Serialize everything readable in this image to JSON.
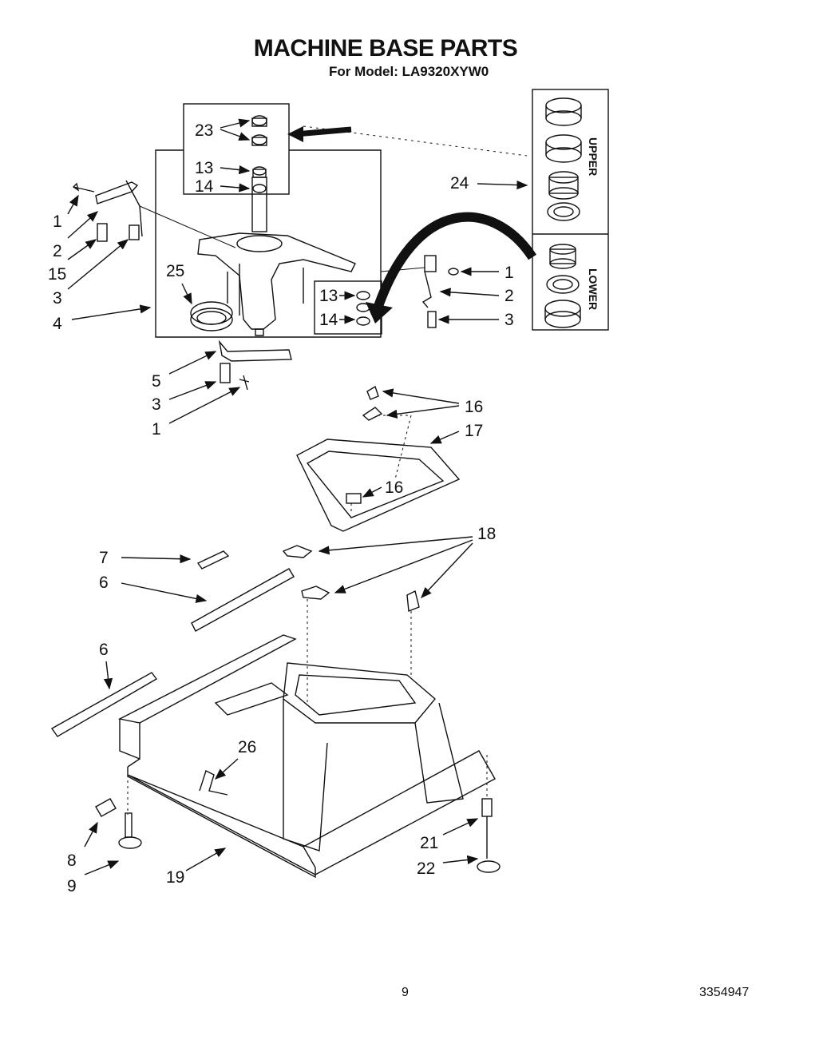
{
  "title": "MACHINE BASE PARTS",
  "subtitle": "For Model: LA9320XYW0",
  "upper_label": "UPPER",
  "lower_label": "LOWER",
  "page_number": "9",
  "doc_number": "3354947",
  "callouts": {
    "c23": "23",
    "c13a": "13",
    "c14a": "14",
    "c1a": "1",
    "c2a": "2",
    "c15": "15",
    "c3a": "3",
    "c4": "4",
    "c25": "25",
    "c24": "24",
    "c1b": "1",
    "c2b": "2",
    "c3b": "3",
    "c13b": "13",
    "c14b": "14",
    "c5": "5",
    "c3c": "3",
    "c1c": "1",
    "c16a": "16",
    "c17": "17",
    "c16b": "16",
    "c18": "18",
    "c7": "7",
    "c6a": "6",
    "c6b": "6",
    "c26": "26",
    "c8": "8",
    "c9": "9",
    "c19": "19",
    "c21": "21",
    "c22": "22"
  }
}
